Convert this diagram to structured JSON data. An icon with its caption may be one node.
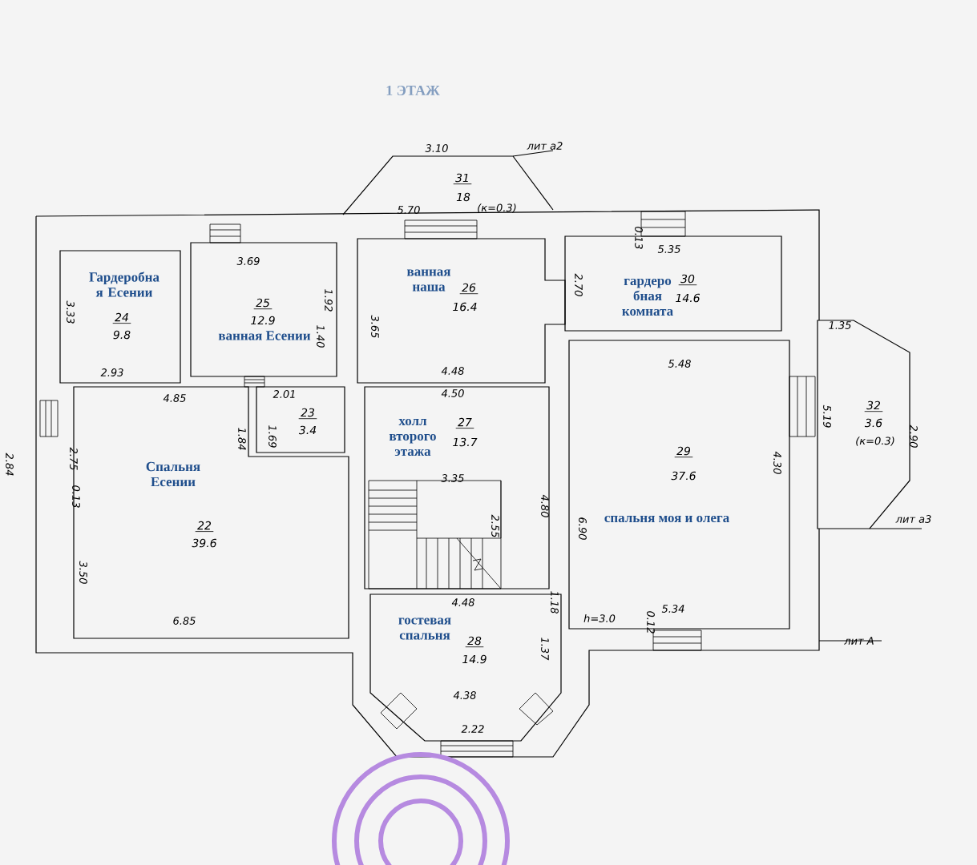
{
  "diagram": {
    "title": "1 ЭТАЖ",
    "nodes": [
      {
        "text": [
          "Гардеробна я Есении",
          "24",
          "9.8"
        ]
      },
      {
        "text": [
          "25",
          "12.9",
          "ванная Есении"
        ]
      },
      {
        "text": [
          "ванная наша",
          "26",
          "16.4"
        ]
      },
      {
        "text": [
          "гардеро бная комната",
          "30",
          "14.6"
        ]
      },
      {
        "text": [
          "Спальня Есении",
          "22",
          "39.6"
        ]
      },
      {
        "text": [
          "23",
          "3.4"
        ]
      },
      {
        "text": [
          "холл второго этажа",
          "27",
          "13.7"
        ]
      },
      {
        "text": [
          "гостевая спальня",
          "28",
          "14.9"
        ]
      },
      {
        "text": [
          "29",
          "37.6",
          "спальня моя и олега"
        ]
      },
      {
        "text": [
          "31",
          "18",
          "(к=0.3)"
        ]
      },
      {
        "text": [
          "32",
          "3.6",
          "(к=0.3)"
        ]
      }
    ],
    "labels": [
      "3.10",
      "лит а2",
      "5.70",
      "3.69",
      "0.13",
      "5.35",
      "1.92",
      "2.70",
      "3.33",
      "1.40",
      "3.65",
      "1.35",
      "2.93",
      "4.48",
      "5.48",
      "4.85",
      "2.01",
      "4.50",
      "1.84",
      "1.69",
      "2.75",
      "5.19",
      "2.84",
      "0.13",
      "3.35",
      "4.30",
      "2.90",
      "4.80",
      "2.55",
      "6.90",
      "лит а3",
      "3.50",
      "4.48",
      "1.18",
      "h=3.0",
      "0.12",
      "5.34",
      "6.85",
      "1.37",
      "лит А",
      "4.38",
      "2.22"
    ]
  }
}
